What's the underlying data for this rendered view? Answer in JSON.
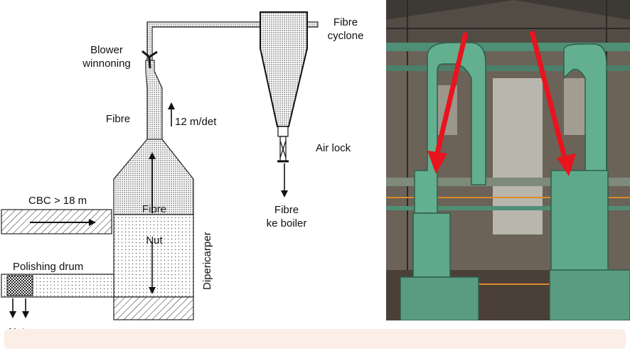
{
  "diagram": {
    "labels": {
      "blower": "Blower\nwinnoning",
      "fibre": "Fibre",
      "speed": "12 m/det",
      "fibre_cyclone": "Fibre\ncyclone",
      "air_lock": "Air lock",
      "fibre_boiler": "Fibre\nke boiler",
      "cbc": "CBC > 18 m",
      "fibre_inside": "Fibre",
      "nut_inside": "Nut",
      "polishing_drum": "Polishing drum",
      "nut_out": "Nut",
      "depericarper": "Dipericarper"
    }
  },
  "photo": {
    "arrow_color": "#e8141e",
    "machine_color": "#5fae8c"
  },
  "colors": {
    "caption_bar": "#fbeee6"
  }
}
